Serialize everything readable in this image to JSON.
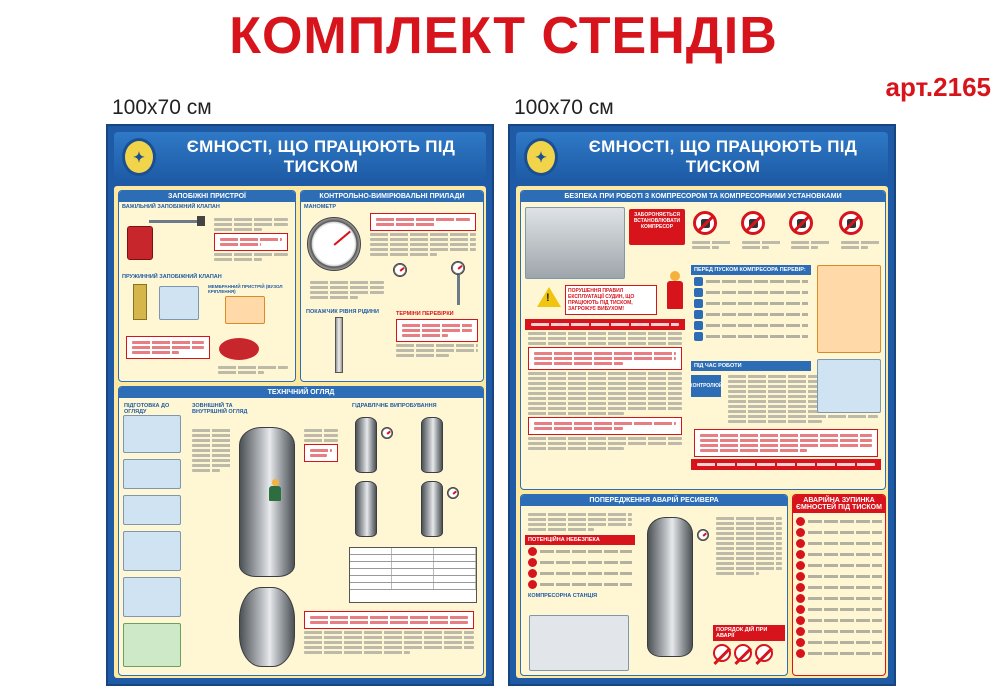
{
  "page": {
    "title": "КОМПЛЕКТ СТЕНДІВ",
    "article": "арт.2165",
    "size_left": "100x70 см",
    "size_right": "100x70 см"
  },
  "stand_left": {
    "header": "ЄМНОСТІ, ЩО ПРАЦЮЮТЬ ПІД ТИСКОМ",
    "panels": {
      "safety_devices": "ЗАПОБІЖНІ ПРИСТРОЇ",
      "lever_valve": "ВАЖІЛЬНИЙ ЗАПОБІЖНИЙ КЛАПАН",
      "spring_valve": "ПРУЖИННИЙ ЗАПОБІЖНИЙ КЛАПАН",
      "membrane": "МЕМБРАННИЙ ПРИСТРІЙ (ВУЗОЛ КРІПЛЕННЯ)",
      "instruments": "КОНТРОЛЬНО-ВИМІРЮВАЛЬНІ ПРИЛАДИ",
      "manometer": "МАНОМЕТР",
      "level_gauge": "ПОКАЖЧИК РІВНЯ РІДИНИ",
      "thermometers": "ТЕРМІНИ ПЕРЕВІРКИ",
      "inspection": "ТЕХНІЧНИЙ ОГЛЯД",
      "prep": "ПІДГОТОВКА ДО ОГЛЯДУ",
      "outer_inner": "ЗОВНІШНІЙ ТА ВНУТРІШНІЙ ОГЛЯД",
      "hydro_test": "ГІДРАВЛІЧНЕ ВИПРОБУВАННЯ"
    }
  },
  "stand_right": {
    "header": "ЄМНОСТІ, ЩО ПРАЦЮЮТЬ ПІД ТИСКОМ",
    "panels": {
      "compressor_safety": "БЕЗПЕКА ПРИ РОБОТІ З КОМПРЕСОРОМ ТА КОМПРЕСОРНИМИ УСТАНОВКАМИ",
      "forbidden": "ЗАБОРОНЯЄТЬСЯ ВСТАНОВЛЮВАТИ КОМПРЕСОР",
      "explosion": "ПОРУШЕННЯ ПРАВИЛ ЕКСПЛУАТАЦІЇ СУДИН, ЩО ПРАЦЮЮТЬ ПІД ТИСКОМ, ЗАГРОЖУЄ ВИБУХОМ!",
      "before_start": "ПЕРЕД ПУСКОМ КОМПРЕСОРА ПЕРЕВІР:",
      "during_work": "ПІД ЧАС РОБОТИ",
      "control": "КОНТРОЛЮЙ",
      "receiver": "ПОПЕРЕДЖЕННЯ АВАРІЙ РЕСИВЕРА",
      "emergency": "АВАРІЙНА ЗУПИНКА ЄМНОСТЕЙ ПІД ТИСКОМ",
      "danger_zone": "ПОТЕНЦІЙНА НЕБЕЗПЕКА",
      "station": "КОМПРЕСОРНА СТАНЦІЯ",
      "accident_order": "ПОРЯДОК ДІЙ ПРИ АВАРІЇ"
    }
  },
  "colors": {
    "title_red": "#d7141c",
    "stand_blue": "#1f5aa6",
    "panel_bg": "#ffe9a0"
  }
}
